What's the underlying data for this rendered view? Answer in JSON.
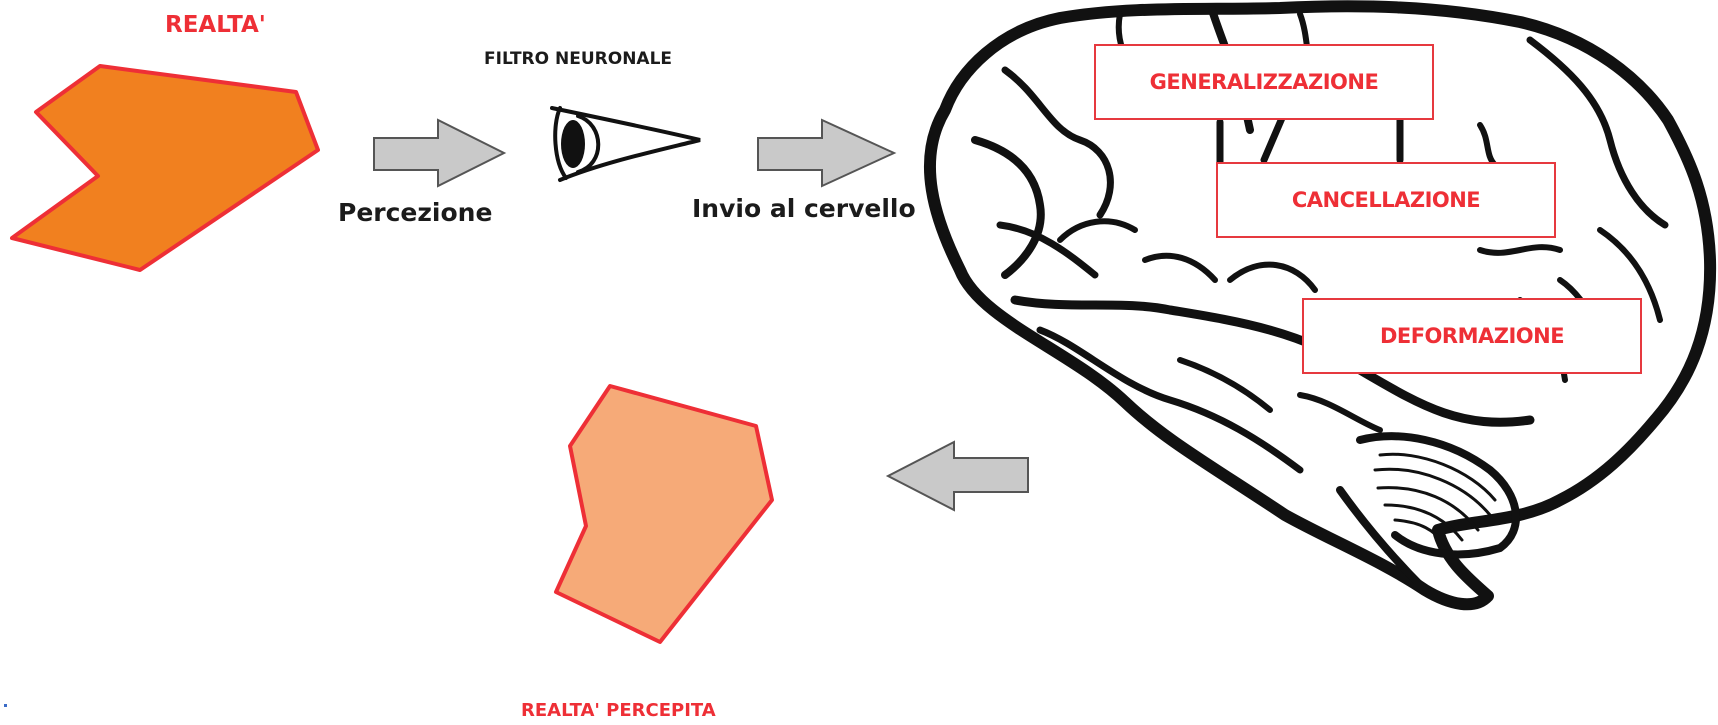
{
  "labels": {
    "reality": "REALTA'",
    "neural_filter": "FILTRO NEURONALE",
    "perception": "Percezione",
    "send_to_brain": "Invio al cervello",
    "perceived_reality": "REALTA' PERCEPITA"
  },
  "processes": {
    "generalization": "GENERALIZZAZIONE",
    "deletion": "CANCELLAZIONE",
    "distortion": "DEFORMAZIONE"
  },
  "colors": {
    "accent_red": "#ee2f36",
    "reality_fill": "#f1801f",
    "perceived_fill": "#f6aa78",
    "arrow_fill": "#c9c9c9",
    "brain_stroke": "#111111"
  }
}
